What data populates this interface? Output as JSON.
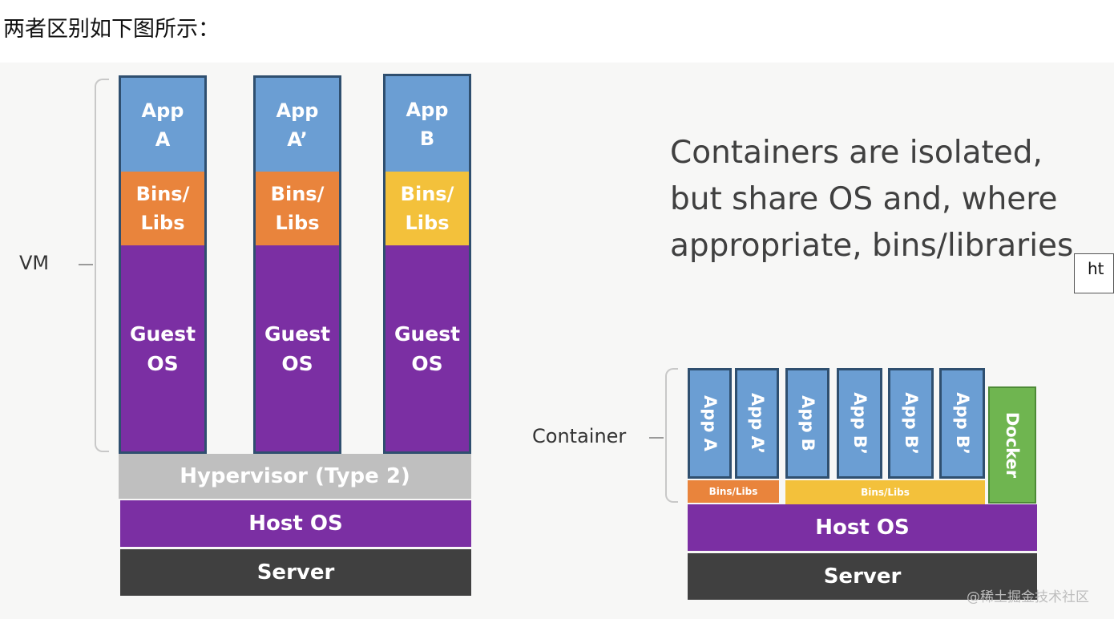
{
  "heading": "两者区别如下图所示：",
  "vm_diagram": {
    "side_label": "VM",
    "columns": [
      {
        "app": "App\nA",
        "bins": "Bins/\nLibs",
        "guest": "Guest\nOS",
        "bins_color": "#e9843c"
      },
      {
        "app": "App\nA’",
        "bins": "Bins/\nLibs",
        "guest": "Guest\nOS",
        "bins_color": "#e9843c"
      },
      {
        "app": "App\nB",
        "bins": "Bins/\nLibs",
        "guest": "Guest\nOS",
        "bins_color": "#f3c13b"
      }
    ],
    "hypervisor": "Hypervisor (Type 2)",
    "host_os": "Host OS",
    "server": "Server"
  },
  "container_diagram": {
    "caption_lines": [
      "Containers are isolated,",
      "but share OS and, where",
      "appropriate, bins/libraries"
    ],
    "side_label": "Container",
    "apps": [
      "App A",
      "App A’",
      "App B",
      "App B’",
      "App B’",
      "App B’"
    ],
    "bins_small": [
      "Bins/Libs",
      "Bins/Libs"
    ],
    "docker": "Docker",
    "host_os": "Host OS",
    "server": "Server"
  },
  "tooltip": "ht",
  "watermark": "@稀土掘金技术社区",
  "colors": {
    "app_blue": "#6b9ed3",
    "bins_orange": "#e9843c",
    "bins_yellow": "#f3c13b",
    "guest_purple": "#7b2fa3",
    "hypervisor_gray": "#bfbfbf",
    "host_purple": "#7b2fa3",
    "server_dark": "#404040",
    "docker_green": "#6fb550"
  }
}
